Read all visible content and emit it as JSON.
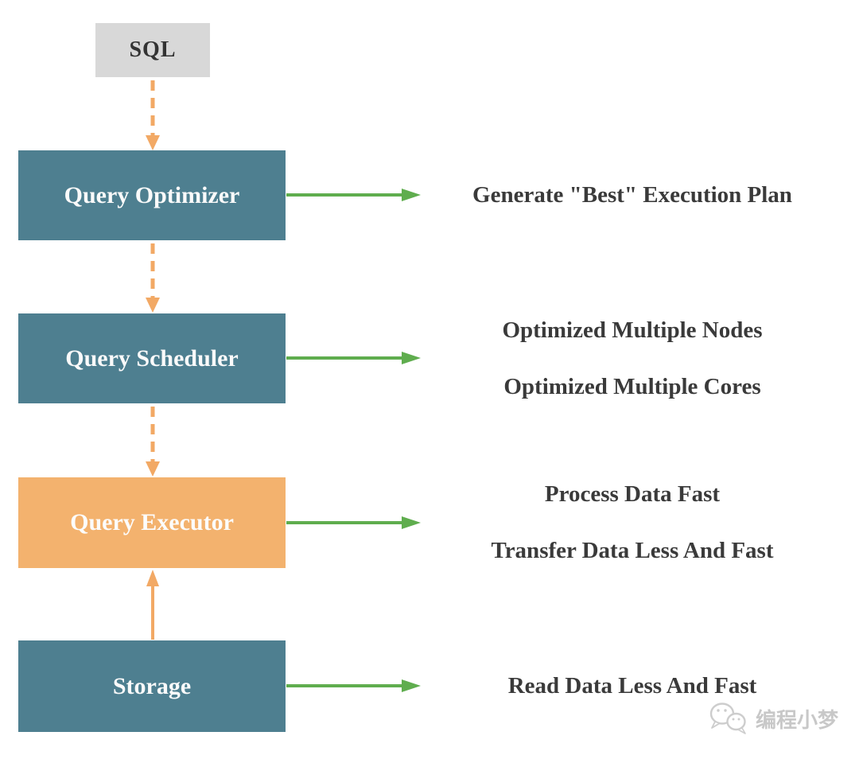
{
  "diagram_title": "SQL query execution flow",
  "colors": {
    "node_teal": "#4E7F90",
    "node_orange": "#F3B26E",
    "node_gray": "#D8D8D8",
    "arrow_orange": "#F2A965",
    "arrow_green": "#5FAD4E",
    "annotation_text": "#3A3A3A",
    "node_text_light": "#FAFAFA",
    "node_text_dark": "#333333",
    "watermark_gray": "#C8C8C8"
  },
  "nodes": [
    {
      "id": "sql",
      "label": "SQL"
    },
    {
      "id": "query-optimizer",
      "label": "Query Optimizer"
    },
    {
      "id": "query-scheduler",
      "label": "Query Scheduler"
    },
    {
      "id": "query-executor",
      "label": "Query Executor"
    },
    {
      "id": "storage",
      "label": "Storage"
    }
  ],
  "edges": [
    {
      "from": "sql",
      "to": "query-optimizer",
      "style": "dashed",
      "color": "orange",
      "direction": "down"
    },
    {
      "from": "query-optimizer",
      "to": "query-scheduler",
      "style": "dashed",
      "color": "orange",
      "direction": "down"
    },
    {
      "from": "query-scheduler",
      "to": "query-executor",
      "style": "dashed",
      "color": "orange",
      "direction": "down"
    },
    {
      "from": "storage",
      "to": "query-executor",
      "style": "solid",
      "color": "orange",
      "direction": "up"
    }
  ],
  "annotations": [
    {
      "target": "query-optimizer",
      "lines": [
        "Generate \"Best\" Execution Plan"
      ]
    },
    {
      "target": "query-scheduler",
      "lines": [
        "Optimized Multiple Nodes",
        "Optimized Multiple Cores"
      ]
    },
    {
      "target": "query-executor",
      "lines": [
        "Process Data Fast",
        "Transfer Data Less And Fast"
      ]
    },
    {
      "target": "storage",
      "lines": [
        "Read Data Less And Fast"
      ]
    }
  ],
  "watermark": {
    "icon": "wechat-icon",
    "text": "编程小梦"
  }
}
